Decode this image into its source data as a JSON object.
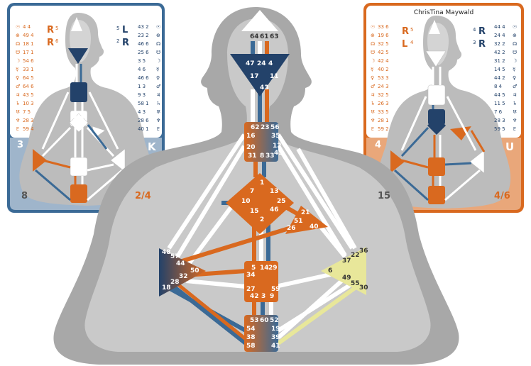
{
  "colors": {
    "personality_blue": "#3b6a96",
    "design_orange": "#d9691f",
    "body_grey": "#a8a8a8",
    "inner_grey": "#c9c9c9",
    "channel_white": "#ffffff",
    "center_dark": "#23426a",
    "spleen_yellow": "#e8e79a"
  },
  "left_card": {
    "theme": "blue",
    "arrows": [
      {
        "text": "R",
        "sub": "5"
      },
      {
        "text": "R",
        "sub": "6"
      }
    ],
    "arrows_right": [
      {
        "text": "L",
        "sub": "5"
      },
      {
        "text": "R",
        "sub": "2"
      }
    ],
    "planet_rows_left": [
      {
        "sym": "☉",
        "val": "4 4"
      },
      {
        "sym": "⊕",
        "val": "49 4"
      },
      {
        "sym": "☊",
        "val": "18 1"
      },
      {
        "sym": "☋",
        "val": "17 1"
      },
      {
        "sym": "☽",
        "val": "54 6"
      },
      {
        "sym": "☿",
        "val": "33 1"
      },
      {
        "sym": "♀",
        "val": "64 5"
      },
      {
        "sym": "♂",
        "val": "64 6"
      },
      {
        "sym": "♃",
        "val": "43 5"
      },
      {
        "sym": "♄",
        "val": "10 3"
      },
      {
        "sym": "♅",
        "val": "7 5"
      },
      {
        "sym": "♆",
        "val": "28 3"
      },
      {
        "sym": "♇",
        "val": "59 4"
      }
    ],
    "planet_rows_right": [
      {
        "sym": "☉",
        "val": "43 2"
      },
      {
        "sym": "⊕",
        "val": "23 2"
      },
      {
        "sym": "☊",
        "val": "46 6"
      },
      {
        "sym": "☋",
        "val": "25 6"
      },
      {
        "sym": "☽",
        "val": "3 5"
      },
      {
        "sym": "☿",
        "val": "4 6"
      },
      {
        "sym": "♀",
        "val": "46 6"
      },
      {
        "sym": "♂",
        "val": "1 3"
      },
      {
        "sym": "♃",
        "val": "9 3"
      },
      {
        "sym": "♄",
        "val": "58 1"
      },
      {
        "sym": "♅",
        "val": "4 3"
      },
      {
        "sym": "♆",
        "val": "28 6"
      },
      {
        "sym": "♇",
        "val": "40 1"
      }
    ],
    "corner_tl": "3",
    "corner_tr": "K",
    "corner_bl": "8",
    "corner_br": "2/4"
  },
  "right_card": {
    "theme": "orange",
    "name": "ChrisTina Maywald",
    "arrows": [
      {
        "text": "R",
        "sub": "5"
      },
      {
        "text": "L",
        "sub": "4"
      }
    ],
    "arrows_right": [
      {
        "text": "R",
        "sub": "4"
      },
      {
        "text": "R",
        "sub": "3"
      }
    ],
    "planet_rows_left": [
      {
        "sym": "☉",
        "val": "33 6"
      },
      {
        "sym": "⊕",
        "val": "19 6"
      },
      {
        "sym": "☊",
        "val": "32 5"
      },
      {
        "sym": "☋",
        "val": "42 5"
      },
      {
        "sym": "☽",
        "val": "42 4"
      },
      {
        "sym": "☿",
        "val": "40 2"
      },
      {
        "sym": "♀",
        "val": "53 3"
      },
      {
        "sym": "♂",
        "val": "24 3"
      },
      {
        "sym": "♃",
        "val": "32 5"
      },
      {
        "sym": "♄",
        "val": "26 3"
      },
      {
        "sym": "♅",
        "val": "33 5"
      },
      {
        "sym": "♆",
        "val": "28 1"
      },
      {
        "sym": "♇",
        "val": "59 2"
      }
    ],
    "planet_rows_right": [
      {
        "sym": "☉",
        "val": "44 4"
      },
      {
        "sym": "⊕",
        "val": "24 4"
      },
      {
        "sym": "☊",
        "val": "32 2"
      },
      {
        "sym": "☋",
        "val": "42 2"
      },
      {
        "sym": "☽",
        "val": "31 2"
      },
      {
        "sym": "☿",
        "val": "14 5"
      },
      {
        "sym": "♀",
        "val": "44 2"
      },
      {
        "sym": "♂",
        "val": "8 4"
      },
      {
        "sym": "♃",
        "val": "44 5"
      },
      {
        "sym": "♄",
        "val": "11 5"
      },
      {
        "sym": "♅",
        "val": "7 6"
      },
      {
        "sym": "♆",
        "val": "28 3"
      },
      {
        "sym": "♇",
        "val": "59 5"
      }
    ],
    "corner_tl": "4",
    "corner_tr": "U",
    "corner_bl": "15",
    "corner_br": "4/6"
  },
  "main_chart": {
    "head_gates": [
      "64",
      "61",
      "63"
    ],
    "ajna_gates": [
      "47",
      "24",
      "4",
      "17",
      "11",
      "43"
    ],
    "throat_gates": [
      "62",
      "23",
      "56",
      "16",
      "35",
      "20",
      "12",
      "31",
      "8",
      "33",
      "45"
    ],
    "g_gates": [
      "1",
      "7",
      "13",
      "10",
      "25",
      "15",
      "46",
      "2"
    ],
    "heart_gates": [
      "21",
      "51",
      "26",
      "40"
    ],
    "spleen_gates": [
      "48",
      "57",
      "44",
      "50",
      "32",
      "28",
      "18"
    ],
    "sacral_gates": [
      "5",
      "14",
      "29",
      "34",
      "27",
      "59",
      "42",
      "3",
      "9"
    ],
    "solar_gates": [
      "36",
      "22",
      "37",
      "6",
      "49",
      "55",
      "30"
    ],
    "root_gates": [
      "53",
      "60",
      "52",
      "54",
      "19",
      "38",
      "39",
      "58",
      "41"
    ]
  }
}
